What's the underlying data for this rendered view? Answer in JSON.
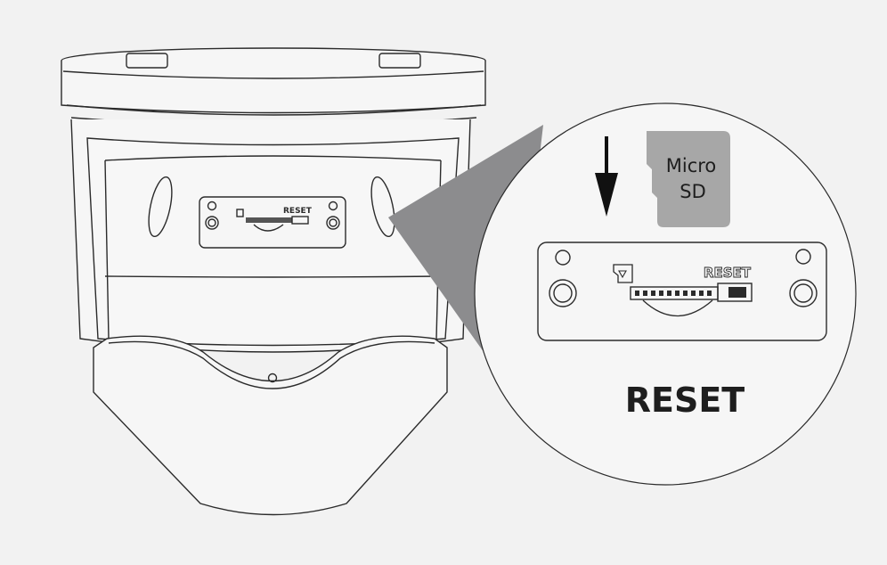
{
  "card": {
    "line1": "Micro",
    "line2": "SD"
  },
  "panel": {
    "slot_label": "RESET"
  },
  "small_panel": {
    "slot_label": "RESET"
  },
  "caption": "RESET",
  "colors": {
    "background": "#f2f2f2",
    "stroke": "#2b2b2b",
    "card_fill": "#a7a7a7",
    "beam_fill": "#8c8c8e",
    "zoom_fill": "#f6f6f6"
  }
}
